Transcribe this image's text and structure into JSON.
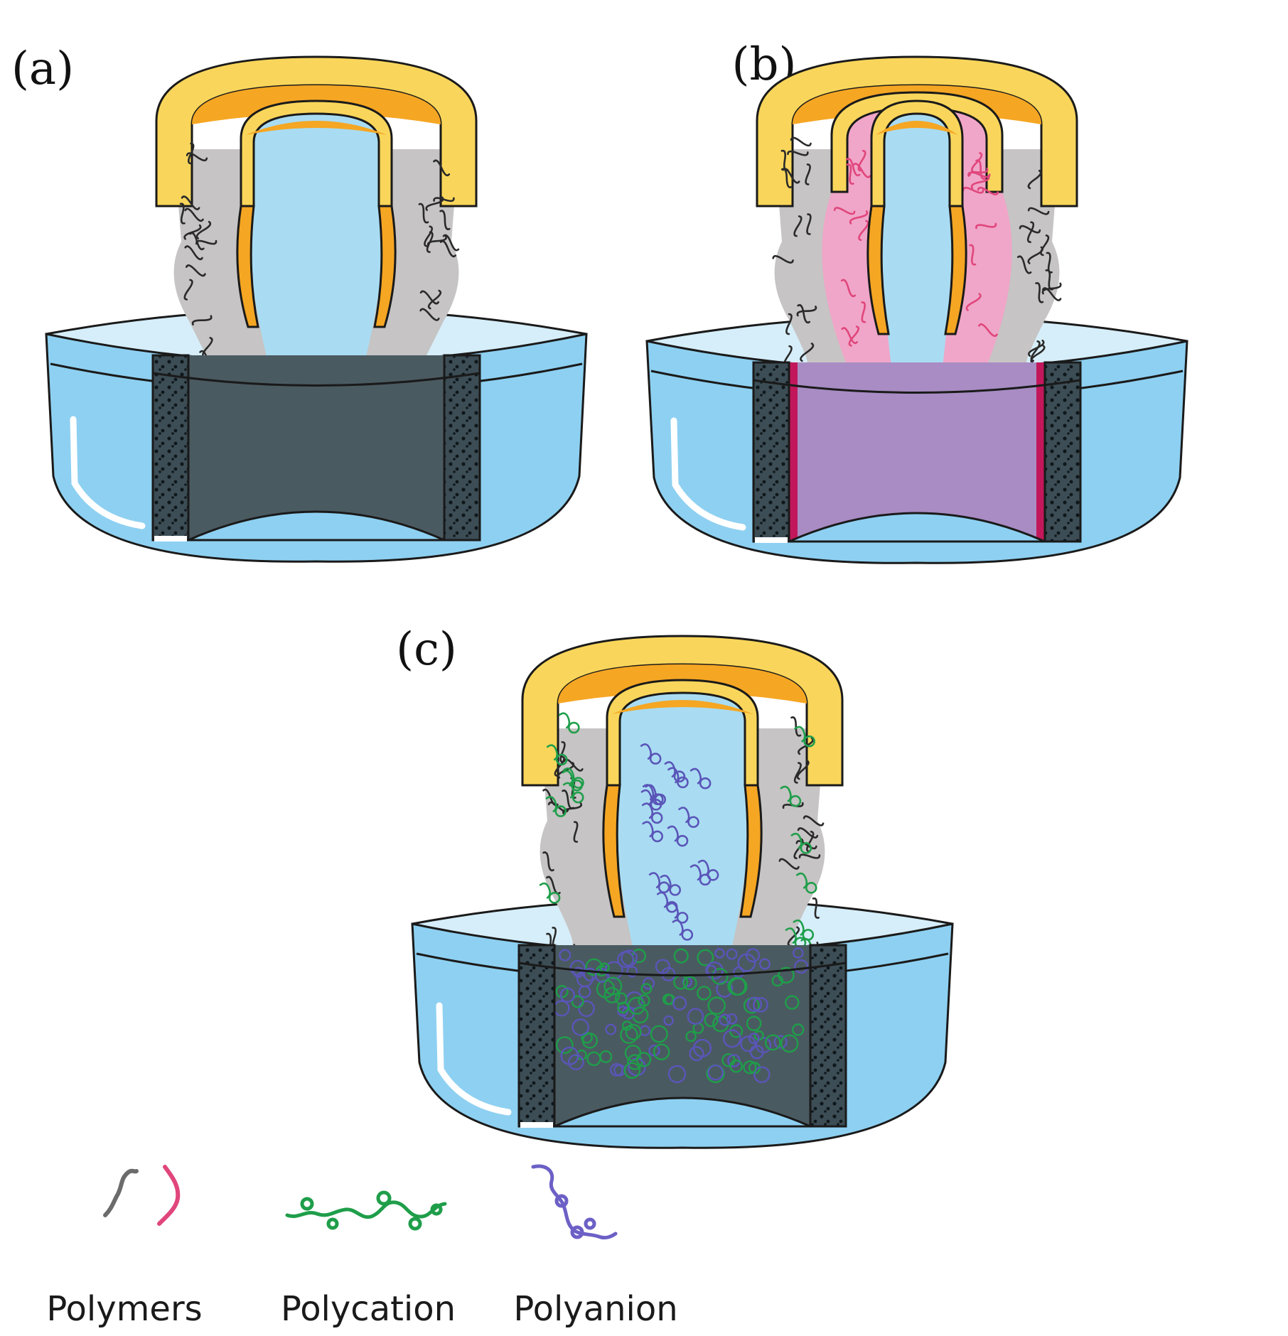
{
  "panels": [
    {
      "label": "(a)",
      "inner": "single",
      "porous": "dark"
    },
    {
      "label": "(b)",
      "inner": "coaxial",
      "porous": "pink"
    },
    {
      "label": "(c)",
      "inner": "single",
      "porous": "mesh"
    }
  ],
  "legend": {
    "polymers_label": "Polymers",
    "polycation_label": "Polycation",
    "polyanion_label": "Polyanion"
  },
  "colors": {
    "nozzle_yellow": "#f9d65b",
    "nozzle_orange": "#f5a623",
    "jet_blue": "#a9dcf2",
    "water_blue": "#8ed0f1",
    "polymer_gray": "#c6c4c4",
    "polymer_pink": "#f0a6c8",
    "porous_dark": "#3c4d55",
    "polycation_green": "#1f9e4a",
    "polyanion_purple": "#5a55b8",
    "pink_strand": "#e0467c"
  }
}
